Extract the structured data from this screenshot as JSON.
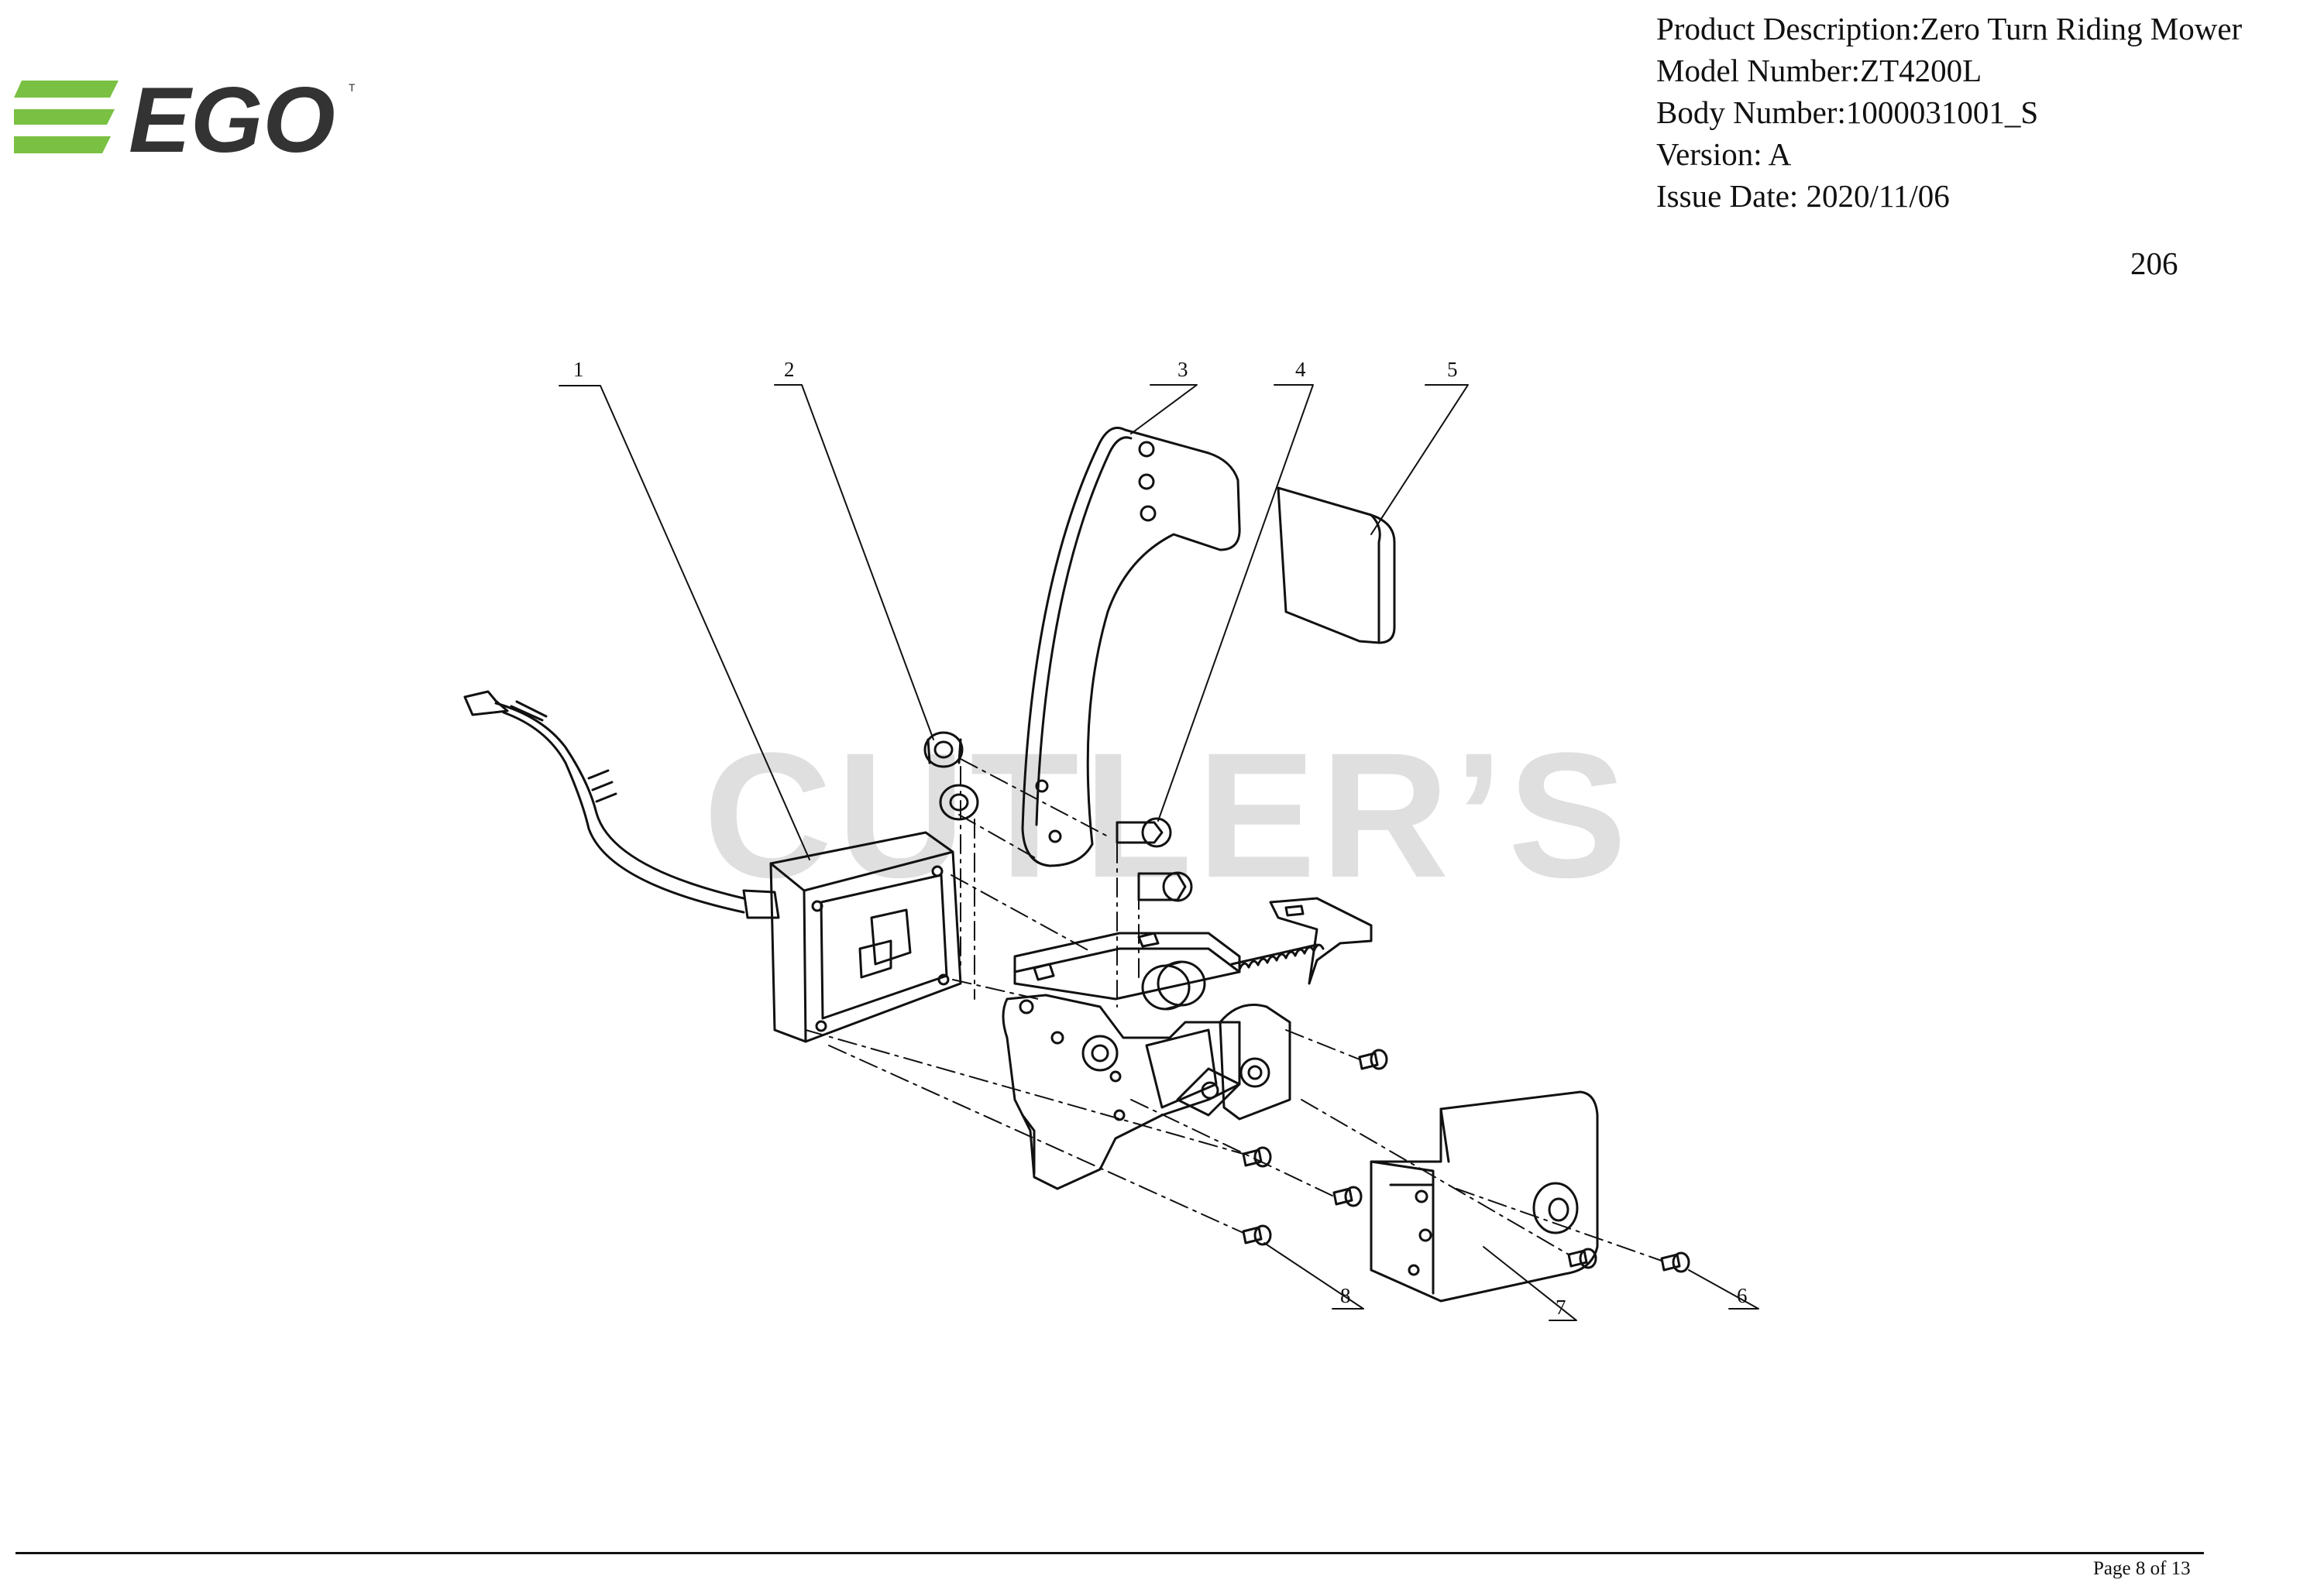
{
  "brand": {
    "logo_text": "EGO",
    "trademark": "TM",
    "logo_green": "#7ac143",
    "logo_dark": "#333333"
  },
  "header": {
    "product_description": "Product Description:Zero Turn Riding Mower",
    "model_number": "Model Number:ZT4200L",
    "body_number": "Body Number:1000031001_S",
    "version": "Version: A",
    "issue_date": "Issue Date: 2020/11/06"
  },
  "sheet_number": "206",
  "watermark": "CUTLER’S",
  "callouts": [
    "1",
    "2",
    "3",
    "4",
    "5",
    "6",
    "7",
    "8"
  ],
  "footer": {
    "page": "Page 8 of 13"
  }
}
